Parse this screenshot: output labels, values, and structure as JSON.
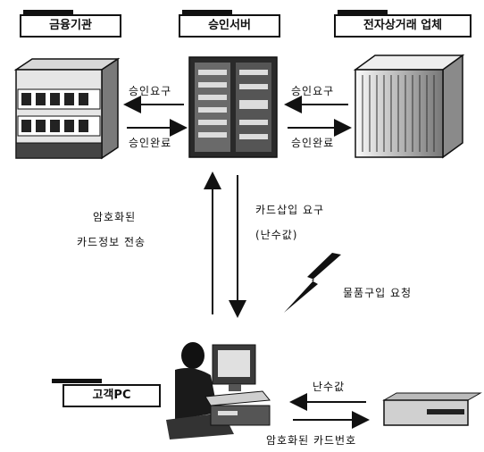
{
  "labels": {
    "financial_institution": "금융기관",
    "approval_server": "승인서버",
    "ecommerce_vendor": "전자상거래 업체",
    "customer_pc": "고객PC"
  },
  "flows": {
    "fin_request": "승인요구",
    "fin_complete": "승인완료",
    "vendor_request": "승인요구",
    "vendor_complete": "승인완료",
    "encrypted_line1": "암호화된",
    "encrypted_line2": "카드정보 전송",
    "card_insert_line1": "카드삽입 요구",
    "card_insert_line2": "(난수값)",
    "purchase_request": "물품구입 요청",
    "random_value": "난수값",
    "encrypted_card_number": "암호화된 카드번호"
  }
}
